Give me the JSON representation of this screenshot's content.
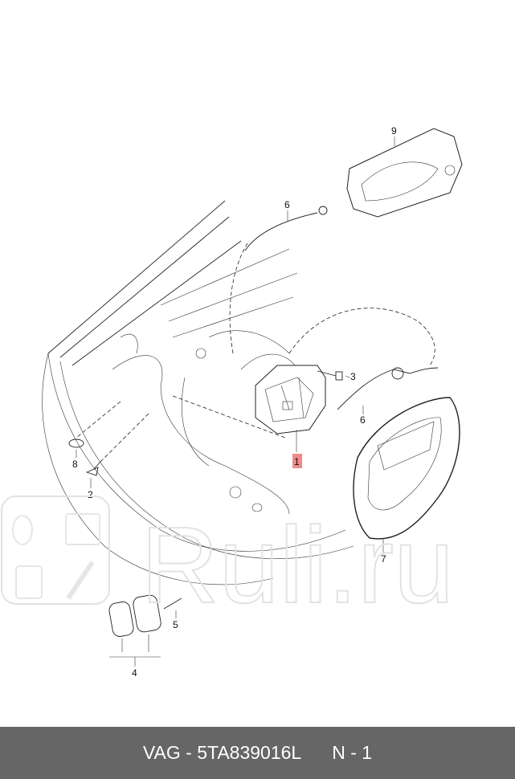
{
  "diagram": {
    "callouts": {
      "c1": "1",
      "c2": "2",
      "c3": "3",
      "c4": "4",
      "c5": "5",
      "c6a": "6",
      "c6b": "6",
      "c7": "7",
      "c8": "8",
      "c9": "9"
    },
    "highlight_color": "#f08a8a"
  },
  "watermark": {
    "text": "Ruli.ru"
  },
  "footer": {
    "part_code": "VAG - 5TA839016L",
    "position": "N - 1",
    "background": "#666666"
  }
}
